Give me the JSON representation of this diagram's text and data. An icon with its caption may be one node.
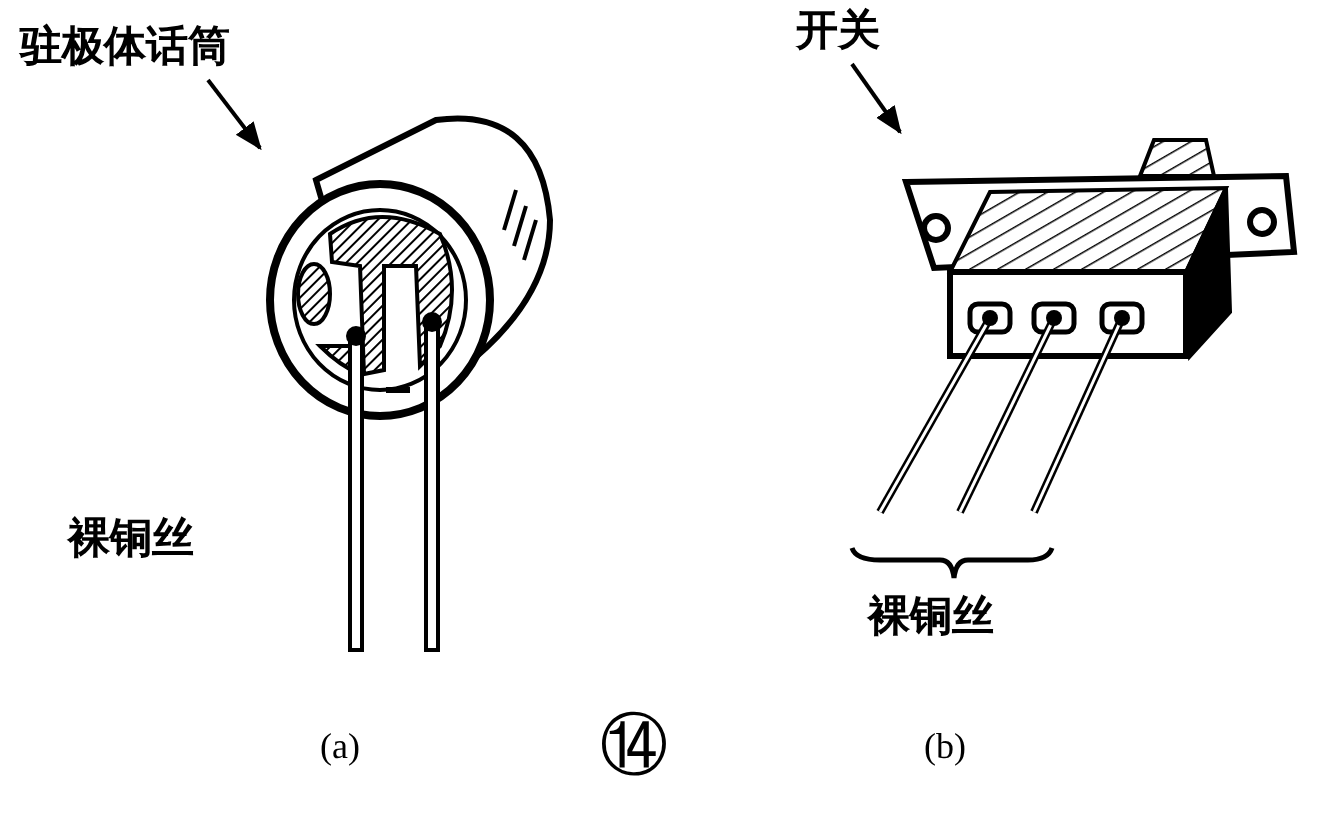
{
  "diagram": {
    "nodes": [
      {
        "text": [
          "驻极体话筒"
        ]
      },
      {
        "text": [],
        "shape": "picture"
      },
      {
        "text": [
          "开关"
        ]
      },
      {
        "text": [],
        "shape": "picture"
      }
    ],
    "edges": [
      {
        "from": 0,
        "to": 1,
        "arrow": "to"
      },
      {
        "from": 2,
        "to": 3,
        "arrow": "to"
      }
    ],
    "labels": [
      "裸铜丝",
      "裸铜丝",
      "(a)",
      "⑭",
      "(b)"
    ]
  }
}
